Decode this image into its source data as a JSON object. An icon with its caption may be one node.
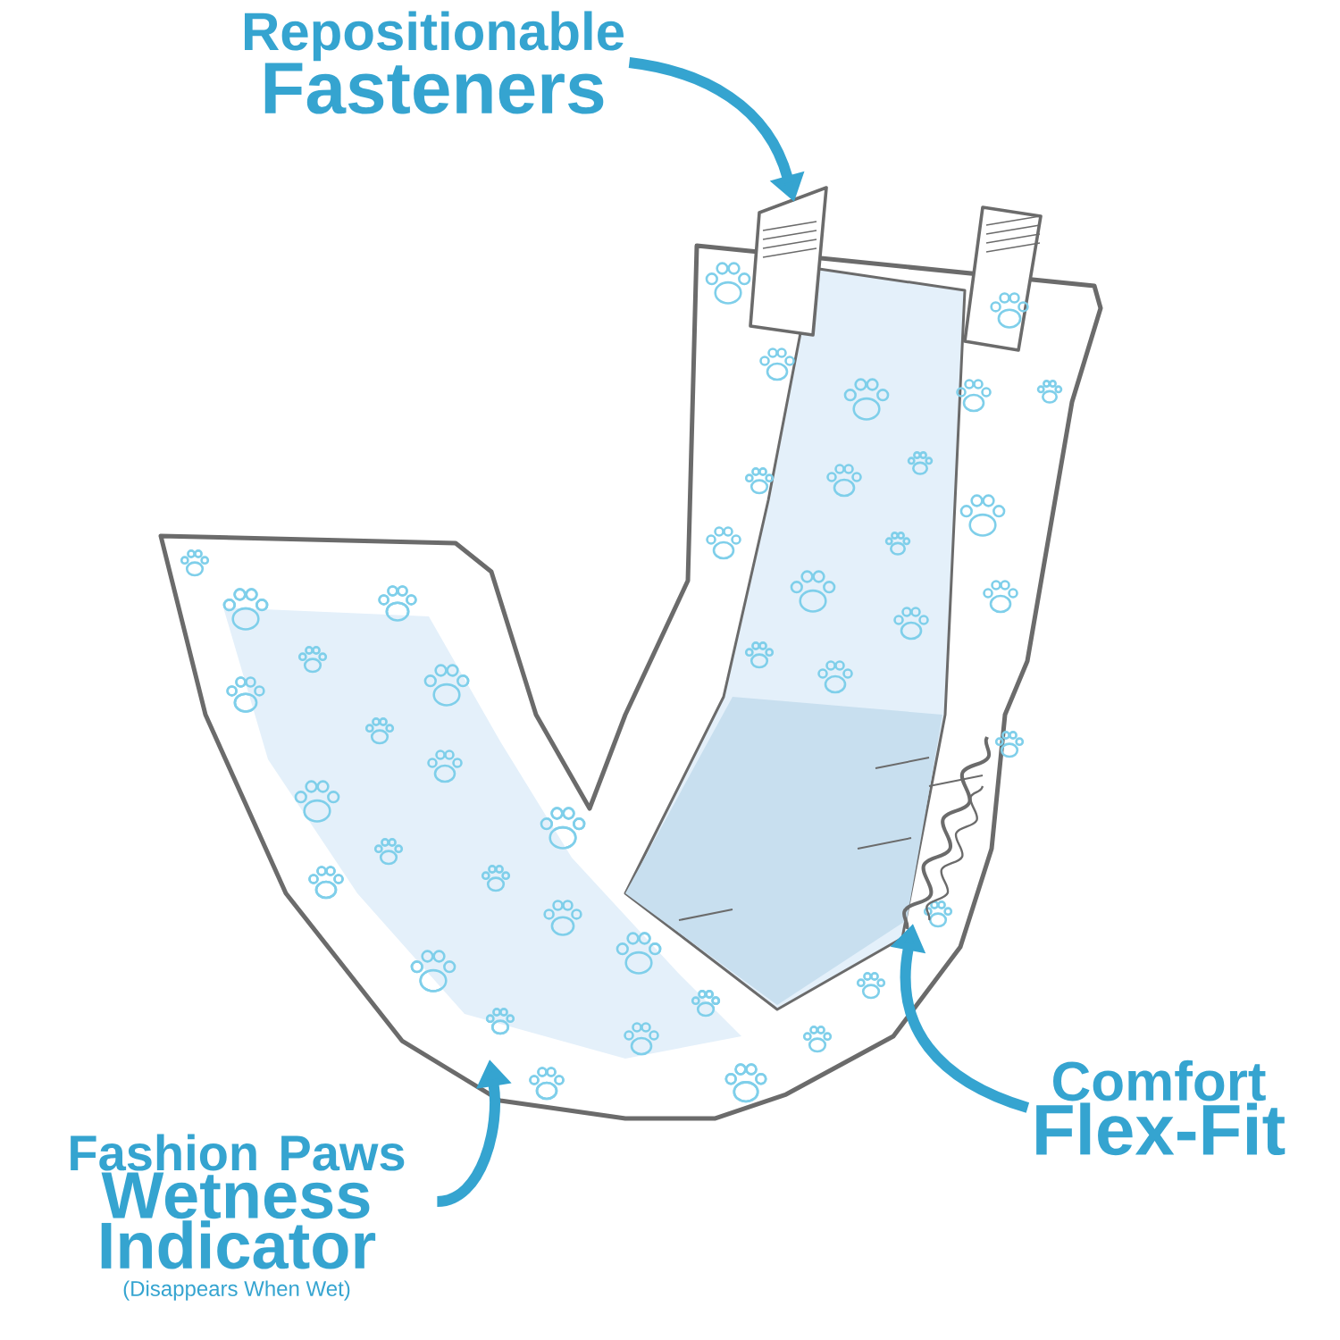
{
  "diagram": {
    "nodes": [
      {
        "text": [
          "Repositionable",
          "Fasteners"
        ]
      },
      {
        "text": [
          "Comfort",
          "Flex-Fit"
        ]
      },
      {
        "text": [
          "Fashion Paws",
          "Wetness Indicator"
        ],
        "beside": [
          "(Disappears When Wet)"
        ]
      },
      {
        "text": [],
        "shape": "box"
      },
      {
        "text": [],
        "shape": "bar"
      },
      {
        "text": [],
        "shape": "box"
      }
    ],
    "edges": [
      {
        "from": 0,
        "to": 3,
        "arrow": "to"
      },
      {
        "from": 1,
        "to": 4,
        "arrow": "to"
      },
      {
        "from": 2,
        "to": 5,
        "arrow": "to"
      }
    ]
  }
}
